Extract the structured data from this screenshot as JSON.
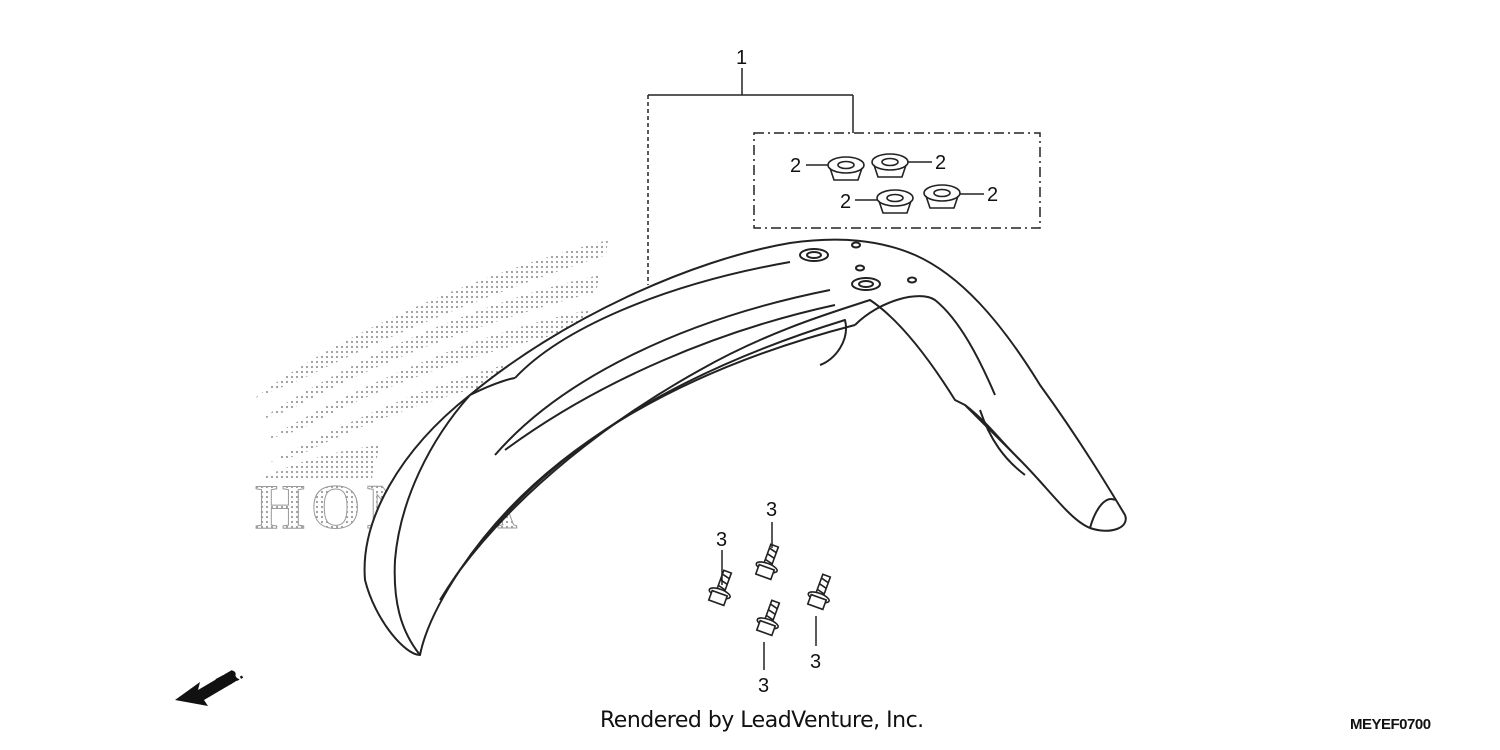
{
  "diagram": {
    "watermark_text": "HONDA",
    "front_indicator": "FR.",
    "callouts": {
      "assembly": "1",
      "grommet": "2",
      "bolt": "3"
    }
  },
  "footer": {
    "credit": "Rendered by LeadVenture, Inc.",
    "diagram_code": "MEYEF0700"
  }
}
